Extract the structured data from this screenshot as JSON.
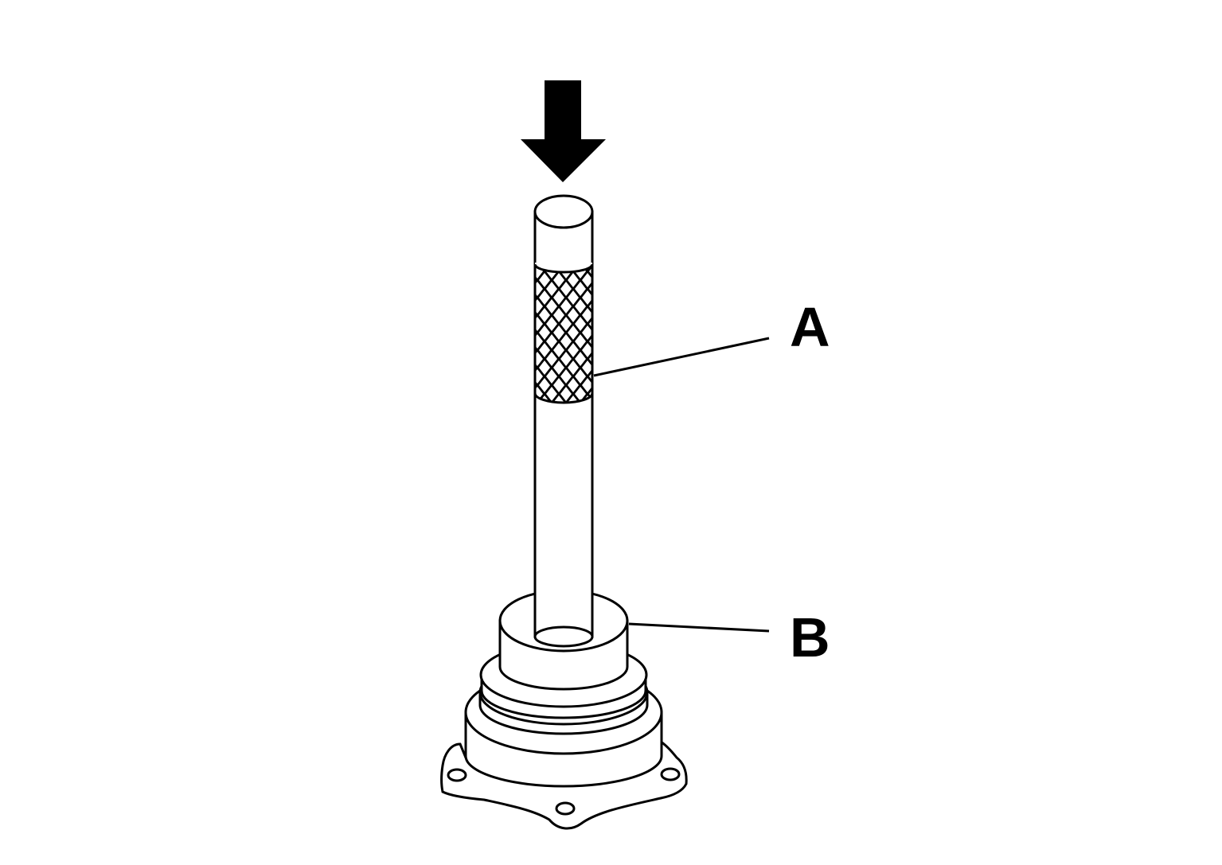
{
  "callouts": {
    "a": {
      "label": "A",
      "part": "knurled-handle"
    },
    "b": {
      "label": "B",
      "part": "bearing-seat"
    }
  },
  "colors": {
    "ink": "#000000",
    "paper": "#ffffff"
  },
  "icons": {
    "press_direction": "down-arrow-icon"
  }
}
